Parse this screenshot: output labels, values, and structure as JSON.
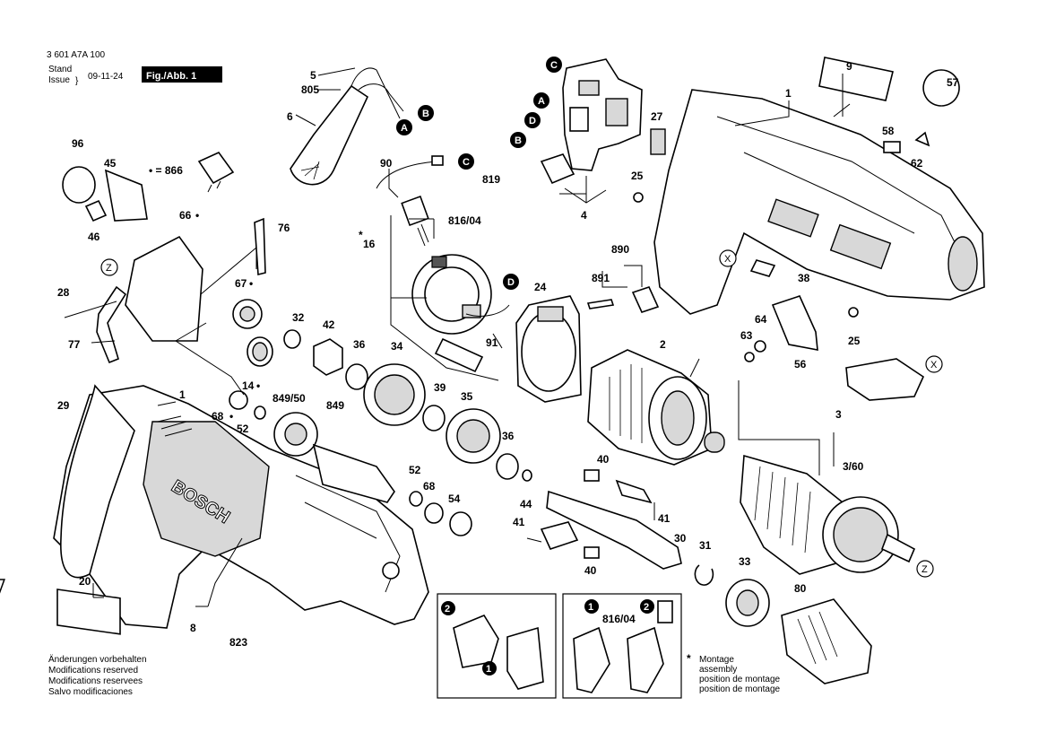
{
  "header": {
    "doc_number": "3 601 A7A 100",
    "stand_label": "Stand",
    "issue_label": "Issue",
    "date": "09-11-24",
    "figure_label": "Fig./Abb. 1"
  },
  "legend": {
    "dot_equals": "• = 866"
  },
  "notes": {
    "modifications": [
      "Änderungen vorbehalten",
      "Modifications reserved",
      "Modifications reservees",
      "Salvo modificaciones"
    ],
    "montage": {
      "symbol": "*",
      "lines": [
        "Montage",
        "assembly",
        "position de montage",
        "position de montage"
      ]
    }
  },
  "callouts": {
    "A": "A",
    "B": "B",
    "C": "C",
    "D": "D",
    "X": "X",
    "Z": "Z"
  },
  "inset": {
    "step1": "1",
    "step2": "2",
    "part_label": "816/04"
  },
  "brand": "BOSCH",
  "part_numbers": {
    "p1a": "1",
    "p1b": "1",
    "p2": "2",
    "p3": "3",
    "p3_60": "3/60",
    "p4": "4",
    "p5": "5",
    "p6": "6",
    "p8": "8",
    "p9": "9",
    "p14": "14",
    "p16": "16",
    "p20": "20",
    "p24": "24",
    "p25a": "25",
    "p25b": "25",
    "p27": "27",
    "p28": "28",
    "p29": "29",
    "p30": "30",
    "p31": "31",
    "p32": "32",
    "p33": "33",
    "p34": "34",
    "p35": "35",
    "p36a": "36",
    "p36b": "36",
    "p38": "38",
    "p39": "39",
    "p40a": "40",
    "p40b": "40",
    "p41a": "41",
    "p41b": "41",
    "p42": "42",
    "p44": "44",
    "p45": "45",
    "p46": "46",
    "p52a": "52",
    "p52b": "52",
    "p54": "54",
    "p56": "56",
    "p57": "57",
    "p58": "58",
    "p62": "62",
    "p63": "63",
    "p64": "64",
    "p66": "66",
    "p67": "67",
    "p68a": "68",
    "p68b": "68",
    "p76": "76",
    "p77": "77",
    "p80": "80",
    "p90": "90",
    "p91": "91",
    "p96": "96",
    "p805": "805",
    "p816_04": "816/04",
    "p819": "819",
    "p823": "823",
    "p849": "849",
    "p849_50": "849/50",
    "p890": "890",
    "p891": "891"
  },
  "annotations": {
    "bullet": "•"
  }
}
